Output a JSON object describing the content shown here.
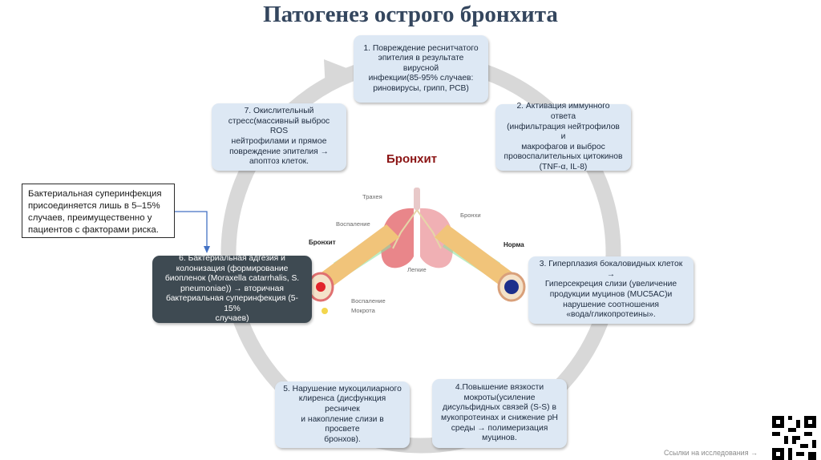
{
  "title": "Патогенез острого бронхита",
  "steps": [
    {
      "text": "1. Повреждение реснитчатого\nэпителия в результате вирусной\nинфекции(85-95% случаев:\nриновирусы, грипп, РСВ)"
    },
    {
      "text": "2. Активация иммунного ответа\n(инфильтрация нейтрофилов и\nмакрофагов и выброс\nпровоспалительных цитокинов\n(TNF-α, IL-8)"
    },
    {
      "text": "3. Гиперплазия бокаловидных клеток →\nГиперсекреция слизи (увеличение\nпродукции муцинов (MUC5AC)и\nнарушение соотношения\n«вода/гликопротеины»."
    },
    {
      "text": "4.Повышение вязкости\nмокроты(усиление\nдисульфидных связей (S-S) в\nмукопротеинах и снижение pH\nсреды → полимеризация\nмуцинов."
    },
    {
      "text": "5. Нарушение мукоцилиарного\nклиренса (дисфункция ресничек\nи накопление слизи в просвете\nбронхов)."
    },
    {
      "text": "6. Бактериальная адгезия и\nколонизация (формирование\nбиопленок (Moraxella catarrhalis, S.\npneumoniae)) → вторичная\nбактериальная суперинфекция (5-15%\nслучаев)"
    },
    {
      "text": "7. Окислительный\nстресс(массивный выброс ROS\nнейтрофилами и прямое\nповреждение эпителия →\nапоптоз клеток."
    }
  ],
  "callout": "Бактериальная суперинфекция\nприсоединяется лишь в 5–15%\nслучаев, преимущественно у\nпациентов с факторами риска.",
  "illustration": {
    "title": "Бронхит",
    "labels": {
      "trachea": "Трахея",
      "inflammation_top": "Воспаление",
      "bronchi": "Бронхи",
      "bronchitis": "Бронхит",
      "normal": "Норма",
      "lungs": "Легкие",
      "inflammation_bottom": "Воспаление",
      "sputum": "Мокрота"
    }
  },
  "footer": {
    "links": "Ссылки на исследования →"
  },
  "colors": {
    "box": "#dde8f4",
    "box_dark": "#3e4a52",
    "ring": "#d8d8d8",
    "title": "#34465e"
  }
}
